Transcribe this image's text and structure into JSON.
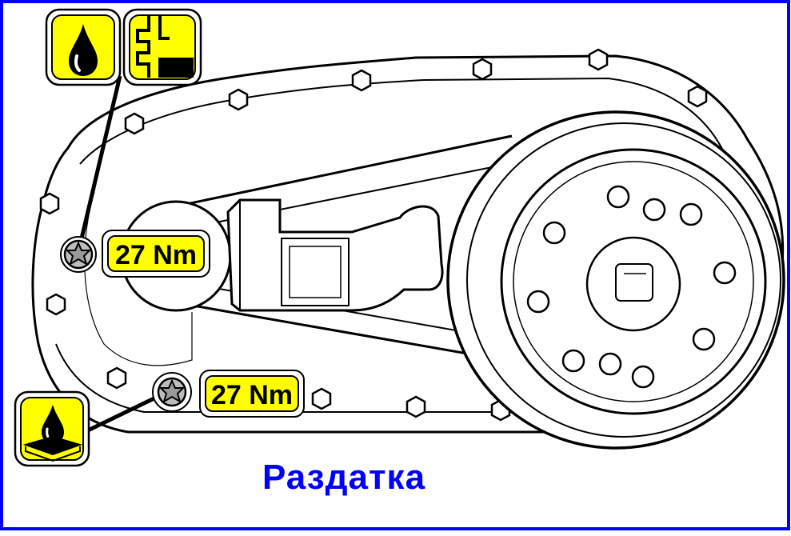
{
  "diagram": {
    "caption": "Раздатка",
    "torque_upper": "27 Nm",
    "torque_lower": "27 Nm",
    "icons": [
      "oil-drop-icon",
      "fill-plug-icon",
      "drain-pan-icon",
      "torx-bolt-icon"
    ]
  },
  "colors": {
    "frame_border": "#0000ff",
    "caption_text": "#0000ff",
    "icon_fill": "#ffff00",
    "line": "#000000",
    "background": "#ffffff"
  }
}
